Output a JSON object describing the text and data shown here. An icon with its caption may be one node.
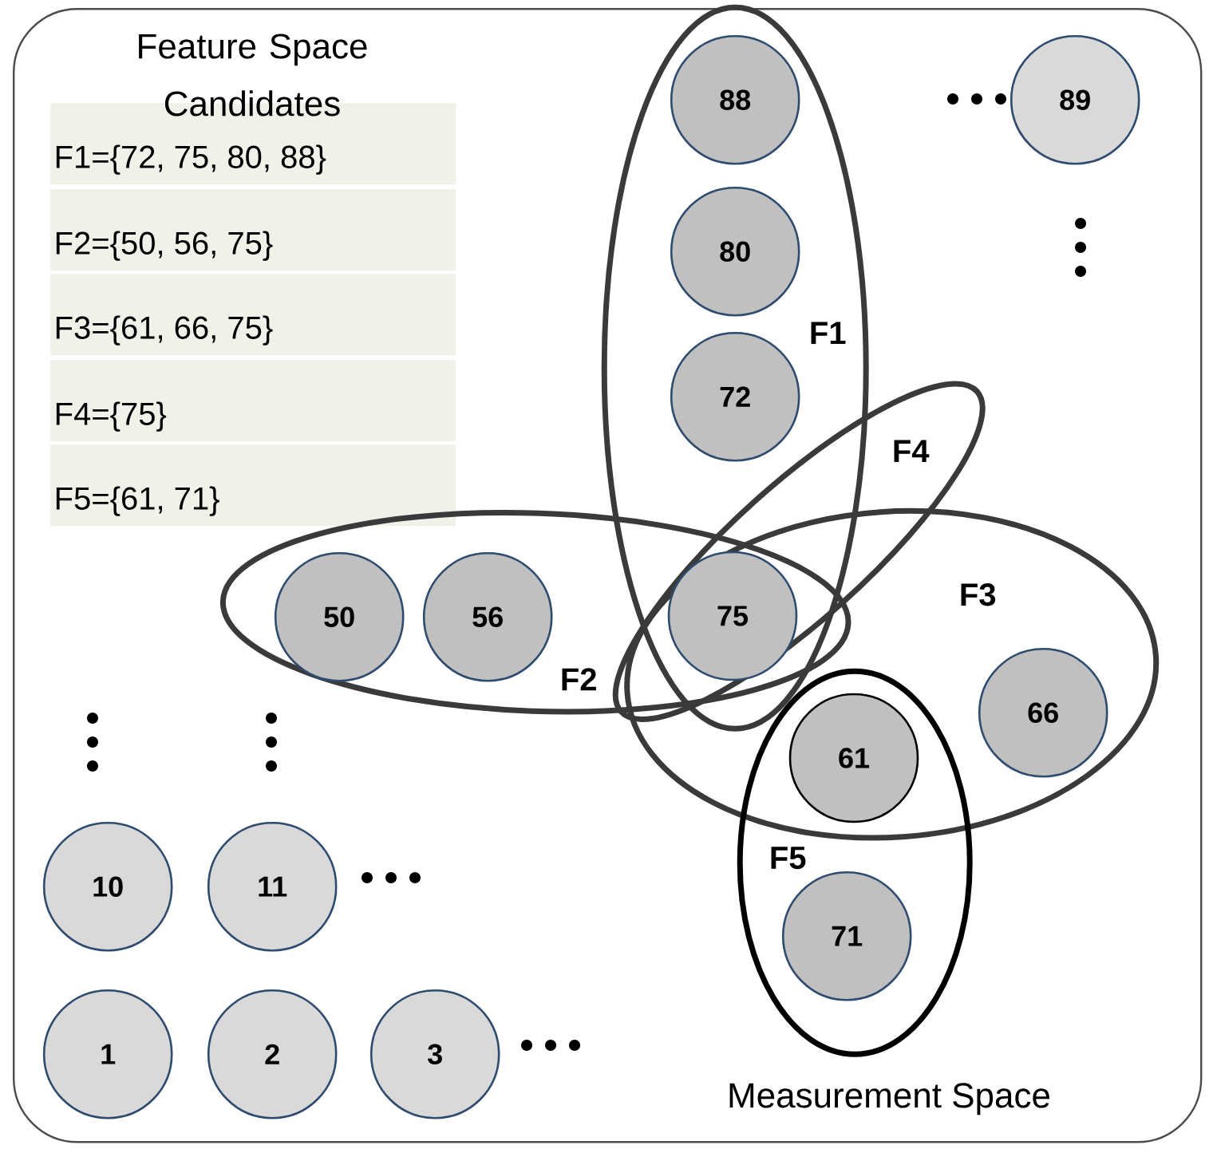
{
  "diagram": {
    "nodes": [
      {
        "text": [
          "Measurement Space"
        ]
      },
      {
        "text": [
          "F1={72, 75, 80, 88}"
        ],
        "in": 0
      },
      {
        "text": [
          "F2={50, 56, 75}"
        ],
        "in": 0
      },
      {
        "text": [
          "F3={61, 66, 75}"
        ],
        "in": 0
      },
      {
        "text": [
          "F4={75}"
        ],
        "in": 0
      },
      {
        "text": [
          "F5={61, 71}"
        ],
        "in": 0
      },
      {
        "text": [
          "F1"
        ],
        "in": 0
      },
      {
        "text": [
          "88"
        ],
        "in": 6
      },
      {
        "text": [
          "80"
        ],
        "in": 6
      },
      {
        "text": [
          "72"
        ],
        "in": 6
      },
      {
        "text": [
          "89"
        ],
        "in": 0
      },
      {
        "text": [
          "F4"
        ],
        "in": 0
      },
      {
        "text": [
          "F2"
        ],
        "in": 0
      },
      {
        "text": [
          "50"
        ],
        "in": 12
      },
      {
        "text": [
          "56"
        ],
        "in": 12
      },
      {
        "text": [
          "75"
        ]
      },
      {
        "text": [
          "F3"
        ],
        "in": 0
      },
      {
        "text": [
          "66"
        ],
        "in": 16
      },
      {
        "text": [
          "F5"
        ],
        "in": 0
      },
      {
        "text": [
          "61"
        ]
      },
      {
        "text": [
          "71"
        ],
        "in": 18
      },
      {
        "text": [
          "10"
        ],
        "in": 0
      },
      {
        "text": [
          "11"
        ],
        "in": 0
      },
      {
        "text": [
          "1"
        ],
        "in": 0
      },
      {
        "text": [
          "2"
        ],
        "in": 0
      },
      {
        "text": [
          "3"
        ],
        "in": 0
      }
    ],
    "labels": [
      "Feature Space Candidates"
    ]
  }
}
